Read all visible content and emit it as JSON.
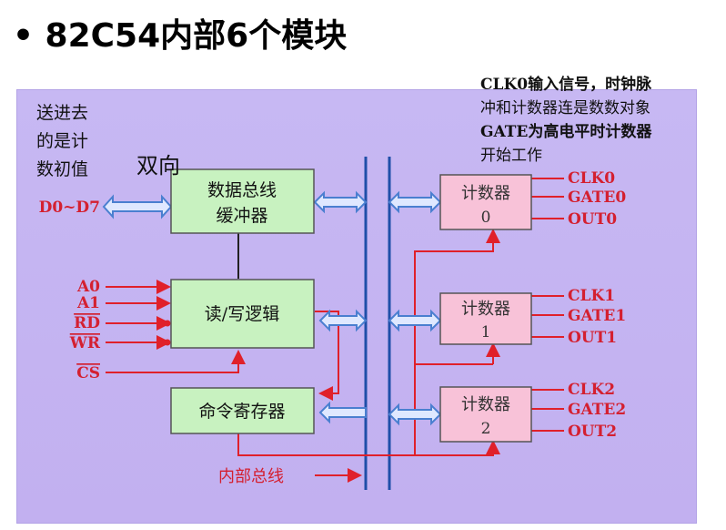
{
  "title": "• 82C54内部6个模块",
  "left_note": [
    "送进去",
    "的是计",
    "数初值"
  ],
  "bidir_label": "双向",
  "data_bus_label": "D0~D7",
  "blocks": {
    "data_buffer": [
      "数据总线",
      "缓冲器"
    ],
    "rw_logic": "读/写逻辑",
    "cmd_reg": "命令寄存器"
  },
  "rw_inputs": [
    "A0",
    "A1",
    "RD",
    "WR",
    "CS"
  ],
  "counters": [
    {
      "label": "计数器",
      "num": "0",
      "clk": "CLK0",
      "gate": "GATE0",
      "out": "OUT0"
    },
    {
      "label": "计数器",
      "num": "1",
      "clk": "CLK1",
      "gate": "GATE1",
      "out": "OUT1"
    },
    {
      "label": "计数器",
      "num": "2",
      "clk": "CLK2",
      "gate": "GATE2",
      "out": "OUT2"
    }
  ],
  "internal_bus_label": "内部总线",
  "right_note": [
    "CLK0输入信号，时钟脉",
    "冲和计数器连是数数对象",
    "GATE为高电平时计数器",
    "开始工作"
  ],
  "colors": {
    "panel": "#c4b3f1",
    "block_green": "#c8f2c0",
    "block_pink": "#f8c2d8",
    "arrow_blue": "#4a7fd0",
    "line_red": "#e0202a"
  }
}
